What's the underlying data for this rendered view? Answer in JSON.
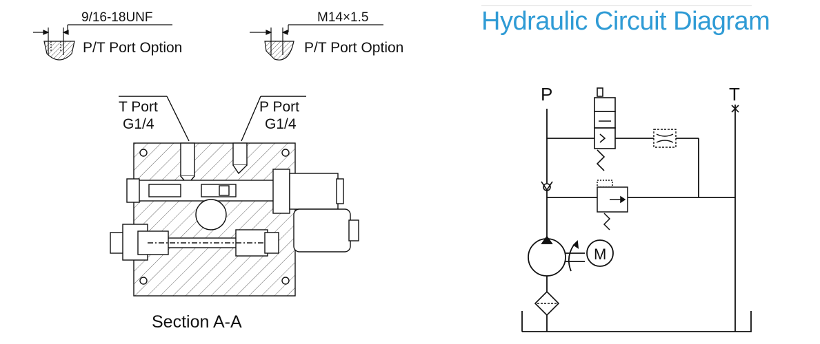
{
  "thread_callouts": [
    {
      "spec": "9/16-18UNF",
      "label": "P/T Port Option"
    },
    {
      "spec": "M14×1.5",
      "label": "P/T Port Option"
    }
  ],
  "section_view": {
    "t_port_line1": "T Port",
    "t_port_line2": "G1/4",
    "p_port_line1": "P Port",
    "p_port_line2": "G1/4",
    "caption": "Section A-A"
  },
  "circuit": {
    "title": "Hydraulic Circuit Diagram",
    "p_label": "P",
    "t_label": "T",
    "motor_label": "M",
    "title_color": "#2f9bd5"
  }
}
